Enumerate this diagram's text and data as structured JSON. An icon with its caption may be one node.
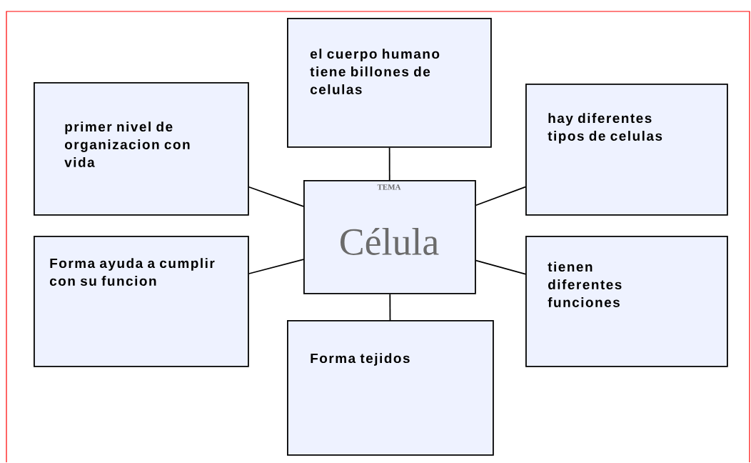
{
  "diagram": {
    "nodes": [
      {
        "text": [
          "TEMA",
          "Célula"
        ]
      },
      {
        "text": [
          "el cuerpo humano tiene billones de celulas"
        ]
      },
      {
        "text": [
          "primer nivel de organizacion con vida"
        ]
      },
      {
        "text": [
          "hay diferentes tipos de celulas"
        ]
      },
      {
        "text": [
          "Forma ayuda a cumplir con su funcion"
        ]
      },
      {
        "text": [
          "tienen diferentes funciones"
        ]
      },
      {
        "text": [
          "Forma tejidos"
        ]
      }
    ],
    "edges": [
      {
        "from": 0,
        "to": 1,
        "arrow": "none"
      },
      {
        "from": 0,
        "to": 2,
        "arrow": "none"
      },
      {
        "from": 0,
        "to": 3,
        "arrow": "none"
      },
      {
        "from": 0,
        "to": 4,
        "arrow": "none"
      },
      {
        "from": 0,
        "to": 5,
        "arrow": "none"
      },
      {
        "from": 0,
        "to": 6,
        "arrow": "none"
      }
    ]
  }
}
